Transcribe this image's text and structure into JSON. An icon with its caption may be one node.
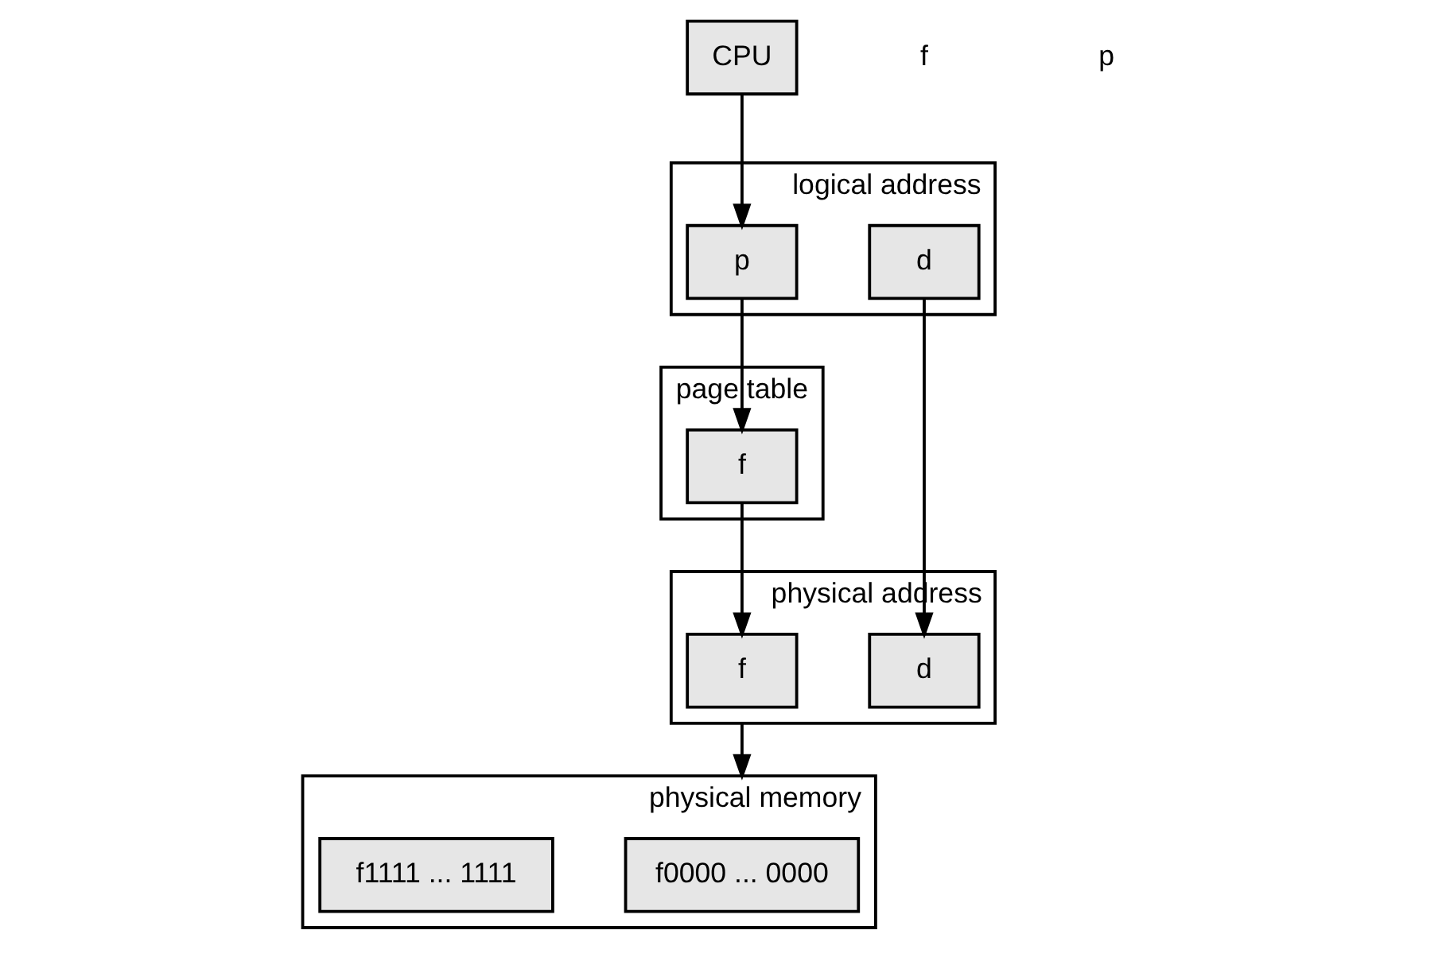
{
  "diagram": {
    "nodes": [
      {
        "text": [
          "CPU"
        ]
      },
      {
        "text": [
          "logical address"
        ]
      },
      {
        "text": [
          "p"
        ],
        "in": 1
      },
      {
        "text": [
          "d"
        ],
        "in": 1
      },
      {
        "text": [
          "page table"
        ]
      },
      {
        "text": [
          "f"
        ],
        "in": 4
      },
      {
        "text": [
          "physical address"
        ]
      },
      {
        "text": [
          "f"
        ],
        "in": 6
      },
      {
        "text": [
          "d"
        ],
        "in": 6
      },
      {
        "text": [
          "physical memory"
        ]
      },
      {
        "text": [
          "f0000 ... 0000"
        ],
        "in": 9
      },
      {
        "text": [
          "f1111 ... 1111"
        ],
        "in": 9
      }
    ],
    "edges": [
      {
        "from": 0,
        "to": 2,
        "arrow": "to"
      },
      {
        "from": 3,
        "to": 8,
        "arrow": "to"
      },
      {
        "from": 2,
        "to": 5,
        "arrow": "to"
      },
      {
        "from": 5,
        "to": 7,
        "arrow": "to"
      },
      {
        "from": 6,
        "to": 9,
        "arrow": "to"
      }
    ],
    "labels": [
      "f",
      "p"
    ]
  }
}
